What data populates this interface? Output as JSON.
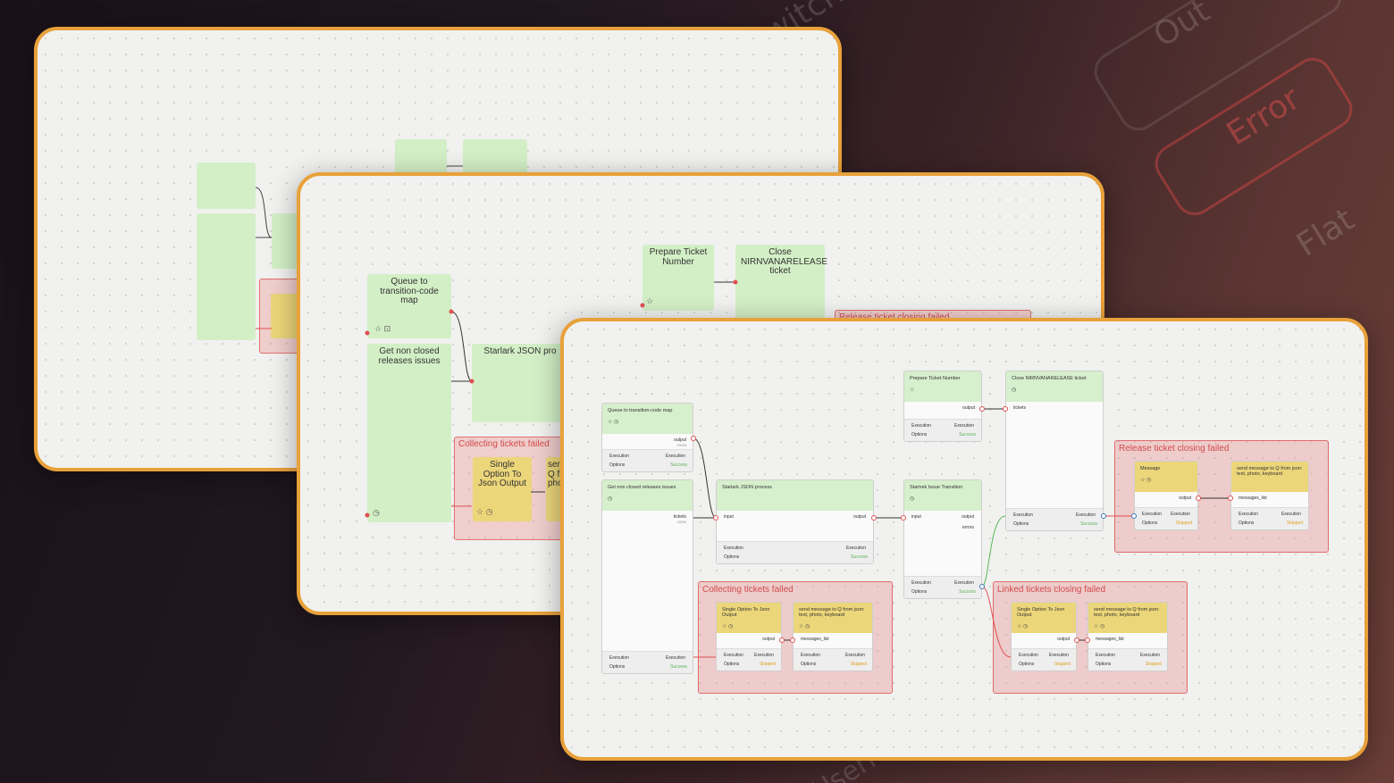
{
  "background": {
    "labels": [
      "Switch",
      "Out",
      "Error",
      "Flat",
      "UserName"
    ],
    "accent": "#e8a13a"
  },
  "panel_back": {
    "nodes": [
      "",
      "",
      "",
      "",
      ""
    ]
  },
  "panel_mid": {
    "nodes": {
      "queue": "Queue to transition-code map",
      "get_non_closed": "Get non closed releases issues",
      "starlark": "Starlark JSON pro",
      "prepare": "Prepare Ticket Number",
      "close": "Close NIRNVANARELEASE ticket",
      "single_option": "Single Option To Json Output",
      "send_partial": "sen Q fr pho"
    },
    "groups": {
      "collecting": "Collecting tickets failed",
      "release": "Release ticket closing failed"
    }
  },
  "panel_front": {
    "nodes": {
      "queue": {
        "title": "Queue to transition-code map",
        "output": "output",
        "type": "JSON",
        "exec": "Execution",
        "options": "Options",
        "status": "Success"
      },
      "get_non_closed": {
        "title": "Get non closed releases issues",
        "output": "tickets",
        "type": "JSON",
        "exec": "Execution",
        "options": "Options",
        "status": "Success"
      },
      "starlark": {
        "title": "Starlark JSON process",
        "input": "input",
        "output": "output",
        "type": "JSON",
        "exec": "Execution",
        "options": "Options",
        "status": "Success"
      },
      "prepare": {
        "title": "Prepare Ticket Number",
        "output": "output",
        "type": "JSON",
        "exec": "Execution",
        "options": "Options",
        "status": "Success"
      },
      "close": {
        "title": "Close NIRNVANARELEASE ticket",
        "input": "tickets",
        "type": "JSON",
        "exec": "Execution",
        "options": "Options",
        "status": "Success"
      },
      "startrek": {
        "title": "Startrek Issue Transition",
        "input": "input",
        "output": "output",
        "errors": "errors",
        "type": "JSON",
        "exec": "Execution",
        "options": "Options",
        "status": "Success"
      },
      "message": {
        "title": "Message",
        "output": "output",
        "type": "JSON",
        "exec": "Execution",
        "options": "Options",
        "status": "Skipped"
      },
      "send_release": {
        "title": "send message to Q from json: text, photo, keyboard",
        "input": "messages_list",
        "type": "JSON",
        "exec": "Execution",
        "options": "Options",
        "status": "Skipped"
      },
      "single_collect": {
        "title": "Single Option To Json Output",
        "output": "output",
        "type": "JSON",
        "exec": "Execution",
        "options": "Options",
        "status": "Skipped"
      },
      "send_collect": {
        "title": "send message to Q from json: text, photo, keyboard",
        "input": "messages_list",
        "type": "JSON",
        "exec": "Execution",
        "options": "Options",
        "status": "Skipped"
      },
      "single_linked": {
        "title": "Single Option To Json Output",
        "output": "output",
        "type": "JSON",
        "exec": "Execution",
        "options": "Options",
        "status": "Skipped"
      },
      "send_linked": {
        "title": "send message to Q from json: text, photo, keyboard",
        "input": "messages_list",
        "type": "JSON",
        "exec": "Execution",
        "options": "Options",
        "status": "Skipped"
      }
    },
    "groups": {
      "release": "Release ticket closing failed",
      "collecting": "Collecting tickets failed",
      "linked": "Linked tickets closing failed"
    }
  }
}
